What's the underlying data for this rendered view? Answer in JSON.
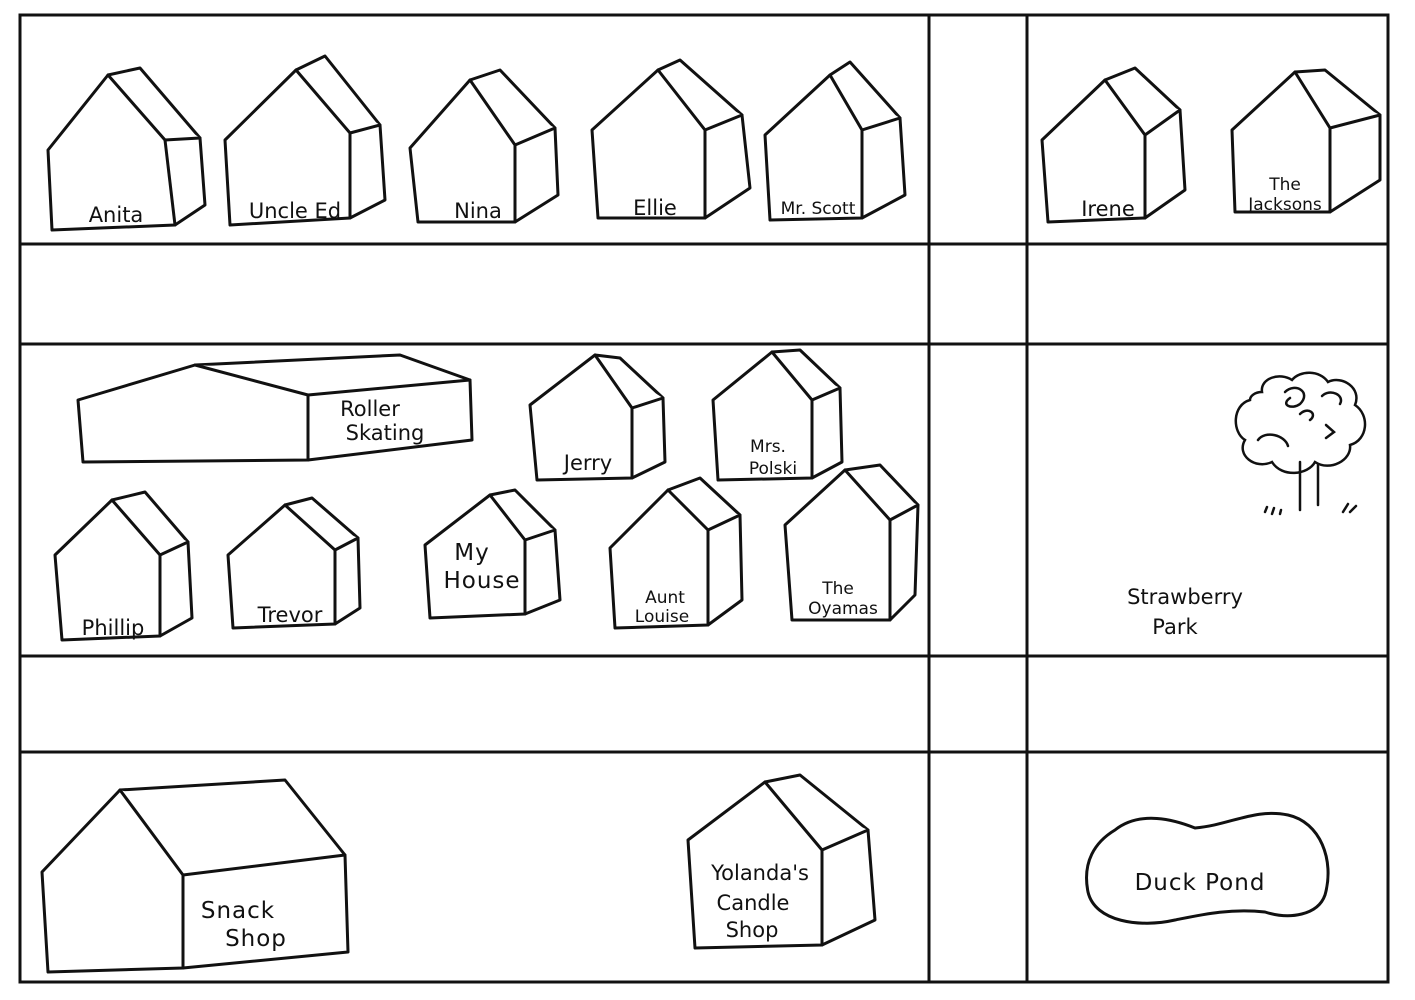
{
  "map": {
    "houses_top_row": [
      "Anita",
      "Uncle Ed",
      "Nina",
      "Ellie",
      "Mr. Scott"
    ],
    "houses_top_right": [
      "Irene",
      "The Jacksons"
    ],
    "roller_skating": [
      "Roller",
      "Skating"
    ],
    "houses_middle_upper": [
      "Jerry",
      "Mrs. Polski"
    ],
    "mrs_polski": [
      "Mrs.",
      "Polski"
    ],
    "houses_middle_lower": [
      "Phillip",
      "Trevor"
    ],
    "my_house": [
      "My",
      "House"
    ],
    "aunt_louise": [
      "Aunt",
      "Louise"
    ],
    "the_oyamas": [
      "The",
      "Oyamas"
    ],
    "the_jacksons": [
      "The",
      "Jacksons"
    ],
    "park": [
      "Strawberry",
      "Park"
    ],
    "snack_shop": [
      "Snack",
      "Shop"
    ],
    "candle_shop": [
      "Yolanda's",
      "Candle",
      "Shop"
    ],
    "pond": "Duck Pond"
  },
  "colors": {
    "ink": "#111111",
    "paper": "#ffffff"
  }
}
